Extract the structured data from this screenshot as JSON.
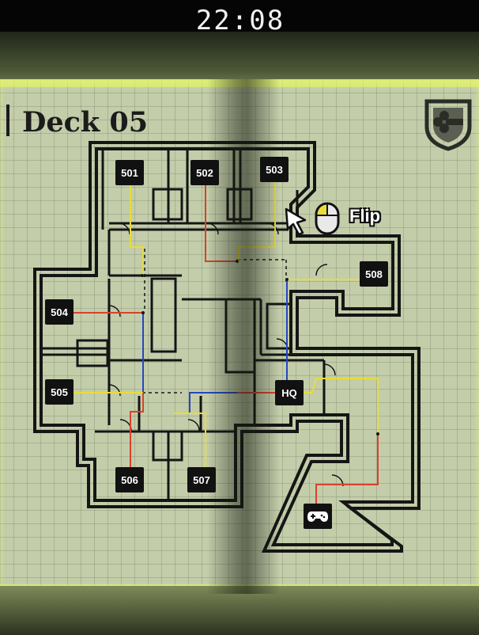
{
  "hud": {
    "timer": "22:08"
  },
  "map": {
    "title": "Deck 05",
    "rooms": [
      {
        "id": "501",
        "label": "501"
      },
      {
        "id": "502",
        "label": "502"
      },
      {
        "id": "503",
        "label": "503"
      },
      {
        "id": "504",
        "label": "504"
      },
      {
        "id": "505",
        "label": "505"
      },
      {
        "id": "506",
        "label": "506"
      },
      {
        "id": "507",
        "label": "507"
      },
      {
        "id": "508",
        "label": "508"
      },
      {
        "id": "hq",
        "label": "HQ"
      }
    ],
    "game_room_icon": "gamepad-icon",
    "wire_colors": {
      "yellow": "#e8dc37",
      "red": "#d9412c",
      "blue": "#2547c2"
    }
  },
  "controls": {
    "flip_label": "Flip",
    "flip_icon": "mouse-icon",
    "cursor_icon": "arrow-cursor-icon"
  },
  "emblem_icon": "faction-shield-icon"
}
